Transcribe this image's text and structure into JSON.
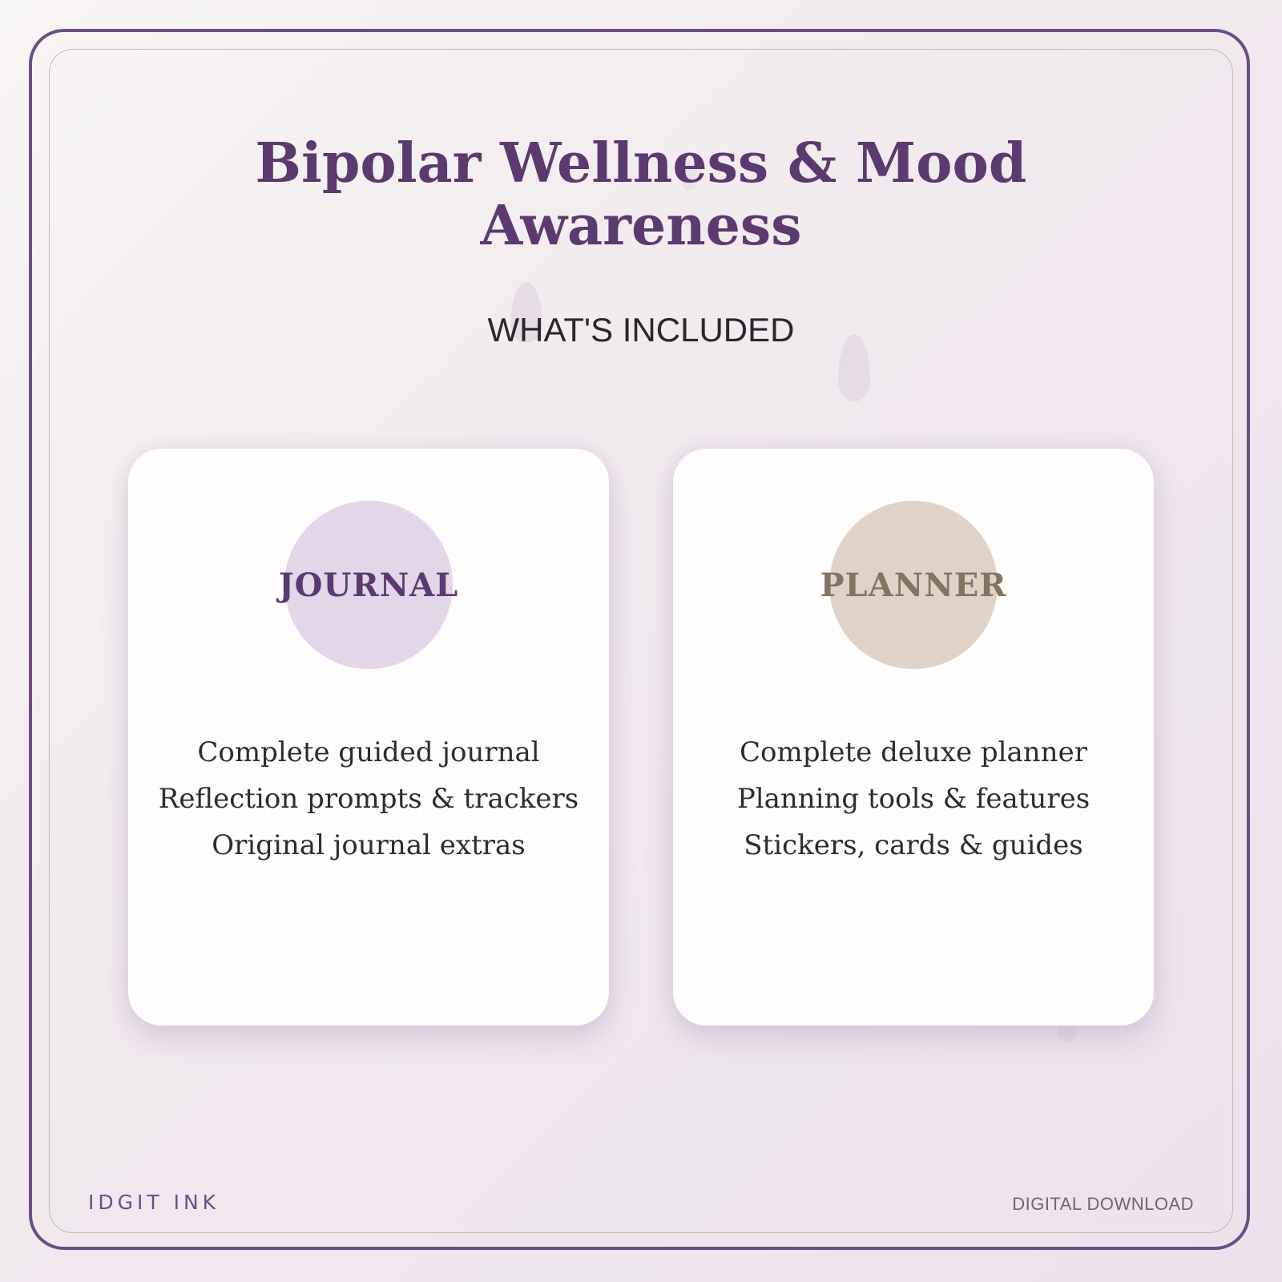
{
  "header": {
    "title": "Bipolar Wellness & Mood Awareness",
    "subtitle": "WHAT'S INCLUDED"
  },
  "cards": [
    {
      "badge": "JOURNAL",
      "features": [
        "Complete guided journal",
        "Reflection prompts & trackers",
        "Original journal extras"
      ]
    },
    {
      "badge": "PLANNER",
      "features": [
        "Complete deluxe planner",
        "Planning tools & features",
        "Stickers, cards & guides"
      ]
    }
  ],
  "footer": {
    "brand": "IDGIT INK",
    "tag": "DIGITAL DOWNLOAD"
  },
  "colors": {
    "primary": "#5b3a6f",
    "frame": "#6b4e85",
    "journal_badge": "#e2d6e8",
    "planner_badge": "#dfd3c9",
    "planner_text": "#857362"
  }
}
